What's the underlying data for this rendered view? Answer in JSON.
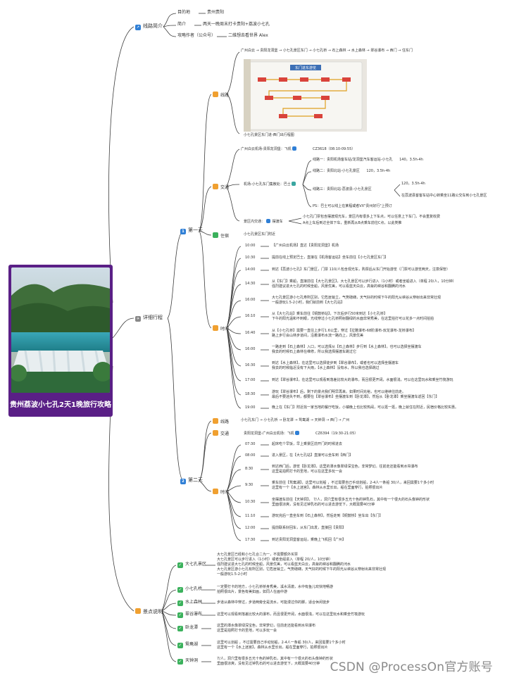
{
  "central": {
    "title": "贵州荔波小七孔2天1晚旅行攻略"
  },
  "intro": {
    "label": "线路简介",
    "items": [
      {
        "key": "目的地",
        "value": "贵州贵阳"
      },
      {
        "key": "简介",
        "value": "两天一晚周末打卡贵阳+荔波小七孔"
      },
      {
        "key": "攻略作者（公众号）",
        "value": "二维想去看世界 Alex"
      }
    ]
  },
  "itinerary": {
    "label": "详细行程",
    "day1": {
      "label": "第一天",
      "route": {
        "label": "线路",
        "text": "广州白云 → 贵阳龙洞堡 → 小七孔景区东门 → 小七孔桥 → 石上森林 → 水上森林 → 翠谷瀑布 → 西门 → 住东门",
        "caption": "小七孔景区东门进-西门出行程图",
        "map": {
          "title": "东门进东游览",
          "nodes": [
            "东门",
            "小七孔桥",
            "石上森林",
            "水上森林",
            "翠谷瀑布",
            "卧龙潭",
            "鸳鸯湖",
            "天钟洞",
            "西门"
          ]
        }
      },
      "transport": {
        "label": "交通",
        "flight": {
          "text": "广州白云机场-贵阳龙洞堡：飞机",
          "code": "CZ3618（08:10-09:55）"
        },
        "bus_label": "机场-小七孔东门集散处：巴士",
        "lines": [
          {
            "name": "线路一：贵阳机场客车站/龙洞堡汽车客运站-小七孔",
            "detail": "140，3.5h-4h"
          },
          {
            "name": "线路二：贵阳北站-小七孔景区",
            "detail": "120，3.5h-4h"
          },
          {
            "name": "线路三：贵阳北站-荔波县-小七孔景区",
            "detail": "120，3.5h-4h",
            "extra": "在荔波县客客车站中心转乘坐11路公交车到小七孔景区"
          }
        ],
        "ps": "PS：巴士可以线上在某程或者VX\"贵州好行\"上预订",
        "scenic": {
          "label": "景区内交通：",
          "mode": "摆渡车",
          "text1": "小七孔门票包含摆渡观光车，景区内有很多上下车点，可以任意上下车门，不会重复收费",
          "text2": "A点上车后到达全体下车，重新再从B点乘车前往C点，以此类推"
        }
      },
      "stay": {
        "label": "住宿",
        "text": "小七孔景区东门附近"
      },
      "time": {
        "label": "时间",
        "rows": [
          {
            "t": "10:00",
            "lines": [
              "【广州白云机场】直达【贵阳龙洞堡】机场"
            ]
          },
          {
            "t": "10:30",
            "lines": [
              "提前在线上预定巴士，直接在【机场客运站】坐车前往【小七孔景区东门】"
            ]
          },
          {
            "t": "14:00",
            "lines": [
              "到达【荔波小七孔】东门景区，门票 110/人包含观光车，购票后从东门开始游览（门票可以游览两天，注意保管）"
            ]
          },
          {
            "t": "14:30",
            "lines": [
              "从【东门】乘船，直接前往【大七孔景区】，大七孔景区可以步行进入（1小时）或者坐船进入（单程 20/人，10分钟）",
              "强烈建议进大七孔的时候坐船，风景优美，可以看蓝天白云，高耸的峡谷和翻腾的河水"
            ]
          },
          {
            "t": "16:00",
            "lines": [
              "大七孔景区游小七孔寿所区别，它危崖耸立，气势磅礴，天气好的时候下午的阳光从峡谷从穿射出来非常壮观",
              "一般游玩1.5-2小时，我们就前到【大七孔站】"
            ]
          },
          {
            "t": "16:10",
            "lines": [
              "从【大七孔站】乘车前往【铜鼓桥站】，下次后步行50米到达【小七孔桥】",
              "下午的阳光温和不刺眼，光线穿过小七孔桥照射翻绿的水面非常秀美，在这里拍打可以花多一点时间拍拍"
            ]
          },
          {
            "t": "16:40",
            "lines": [
              "从【小七孔桥】需要一直往上步行1.6公里，穿过【拉雅瀑布-68阶瀑布-双龙瀑布-龙桥瀑布】",
              "路上步行会山林步道间，沿着瀑布水流一路向上，风景优美"
            ]
          },
          {
            "t": "16:00",
            "lines": [
              "一路走到【石上森林】入口，可以选择从【石上森林】步行到【水上森林】，也可以选择坐摆渡车",
              "我去的时候石上森林在维修，所以我选择摆渡车跳过它"
            ]
          },
          {
            "t": "16:30",
            "lines": [
              "到达【水上森林】，在这里可以选择徒步到【翠谷瀑布】，或者也可以选择坐摆渡车",
              "我去的时候临近没有下大雨，【水上森林】没有水，所以我也选择跳过"
            ]
          },
          {
            "t": "17:00",
            "lines": [
              "到达【翠谷瀑布】，在这里可以观看到落差比较大的瀑布，而且很更开阔，水面很浅，可以在这里玩水和乘坐竹筏游玩"
            ]
          },
          {
            "t": "18:30",
            "lines": [
              "游玩【翠谷瀑布】后，剩下的景点我们明早再来。如果时间充裕，也可以继续往前走。",
              "最后不要迷失不到，都要在【翠谷瀑布】坐摆渡车到【卧龙潭】，然后从【卧龙潭】乘坐摆渡车返回【东门】"
            ]
          },
          {
            "t": "19:00",
            "lines": [
              "晚上在【东门】附近找一家当地的餐厅吃饭，小镇晚上也比较热闹，可以逛一逛，晚上就住在附近，民宿价格比较实惠。"
            ]
          }
        ]
      }
    },
    "day2": {
      "label": "第二天",
      "route": {
        "label": "线路",
        "text": "小七孔东门 → 小七孔桥 → 卧龙潭 → 鸳鸯湖 → 天钟洞 → 西门 → 广州"
      },
      "transport": {
        "label": "交通",
        "text": "贵阳龙洞堡-广州白云机场：飞机",
        "code": "CZ6394（19:30-21:05）"
      },
      "time": {
        "label": "时间",
        "rows": [
          {
            "t": "07:30",
            "lines": [
              "起床吃个早饭，早上乘景区前开门的时候进去"
            ]
          },
          {
            "t": "08:00",
            "lines": [
              "进入景区，在【大七孔站】直接可以坐车到【西门】"
            ]
          },
          {
            "t": "8:30",
            "lines": [
              "到达西门后，游览【卧龙潭】，这里的潭水像翠绿深宝色，非常梦幻。往前走还能看到水帘瀑布",
              "这里是拍照打卡的圣地，可以在这里多玩一会"
            ]
          },
          {
            "t": "9:30",
            "lines": [
              "乘车前往【鸳鸯湖】，这里可以划船 ，不过需要自己手动划船，2-4人一条船 30/人，来回需要1个多小时",
              "这里有一个【水上迷宫】，森林从水里长出，船在里面穿行，拍照很出片"
            ]
          },
          {
            "t": "10:30",
            "lines": [
              "坐摆渡车前往【天钟洞】， 7/人，洞穴里有很多五光十色的钟乳石，其中有一个很大的石头像钟的形状",
              "里面很凉爽，没有见过钟乳石的可以进去游览下，大概需要40分钟"
            ]
          },
          {
            "t": "11:10",
            "lines": [
              "游玩完后一直坐车到【石上森林】，然后走到【铜鼓桥】坐车出【东门】"
            ]
          },
          {
            "t": "12:00",
            "lines": [
              "提前联系好回车，从东门出发，直接回【贵阳】"
            ]
          },
          {
            "t": "17:30",
            "lines": [
              "到达贵阳龙洞堡客运站，乘晚上飞机回【广州】"
            ]
          }
        ]
      }
    }
  },
  "spots": {
    "label": "景点说明",
    "items": [
      {
        "name": "大七孔景区",
        "lines": [
          "大七孔景区已经和小七孔合二为一，不需要额外买票",
          "大七孔景区可以步行进入（1小时）或者坐船进入（单程 20/人，10分钟）",
          "强烈建议进大七孔的时候坐船，风景优美，可以看蓝天白云，高耸的峡谷和翻腾的河水",
          "大七孔景区游小七孔有所区别，它危崖耸立，气势磅礴，天气好的时候下午的阳光从峡谷从穿射出来非常壮观",
          "一般游玩1.5-2小时"
        ]
      },
      {
        "name": "小七孔桥",
        "lines": [
          "一定要打卡的地方，小七孔桥桥身秀美，溪水清澈，水中有鱼儿欢快地畅游",
          "拍照很出片，景色有美如画，如同人在画中游"
        ]
      },
      {
        "name": "水上森林",
        "lines": [
          "步道从森林中穿过，步道两旁全是流水，可能漫过你的脚，适合休闲徒步"
        ]
      },
      {
        "name": "翠谷瀑布",
        "lines": [
          "这里可以观看到落差比较大的瀑布，而且很更开阔，水面很浅，可以在这里玩水和乘坐竹筏游玩"
        ]
      },
      {
        "name": "卧龙潭",
        "lines": [
          "这里的潭水像翠绿深宝色，非常梦幻，往前走还能看到水帘瀑布",
          "这里是拍照打卡的圣地，可以多玩一会"
        ]
      },
      {
        "name": "鸳鸯湖",
        "lines": [
          "这里可以划船 ，不过需要自己手动划船，2-4人一条船 30/人，来回需要1个多小时",
          "这里有一个【水上迷宫】，森林从水里长出，船在里面穿行，拍照很出片"
        ]
      },
      {
        "name": "天钟洞",
        "lines": [
          "7/人，洞穴里有很多五光十色的钟乳石，其中有一个很大的石头像钟的形状",
          "里面很凉爽，没有见过钟乳石的可以进去游览下，大概需要40分钟"
        ]
      }
    ]
  },
  "watermark": "CSDN @ProcessOn官方账号",
  "colors": {
    "central_bg": "#5a1f86",
    "line": "#444444",
    "node_label": "#333333"
  }
}
